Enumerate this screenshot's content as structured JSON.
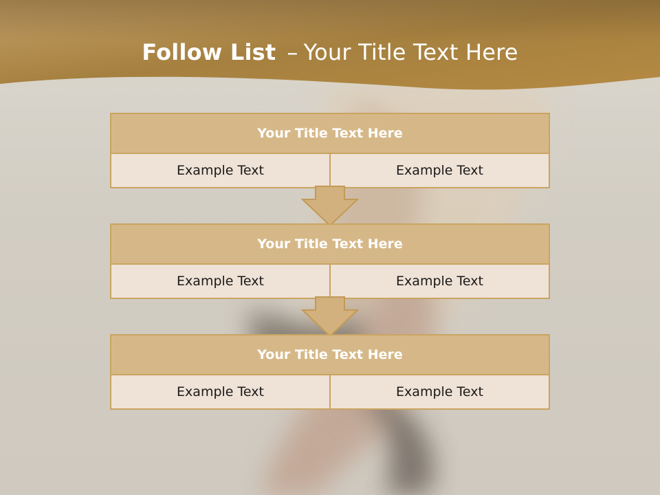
{
  "slide": {
    "title_bold": "Follow List",
    "title_sep": "–",
    "title_rest": "Your Title Text Here"
  },
  "blocks": [
    {
      "title": "Your Title Text Here",
      "left": "Example Text",
      "right": "Example Text"
    },
    {
      "title": "Your Title Text Here",
      "left": "Example Text",
      "right": "Example Text"
    },
    {
      "title": "Your Title Text Here",
      "left": "Example Text",
      "right": "Example Text"
    }
  ],
  "colors": {
    "header_gold": "#b38a47",
    "box_border": "#c9a461",
    "box_title_fill": "#d6b888",
    "cell_fill": "#efe2d6"
  }
}
